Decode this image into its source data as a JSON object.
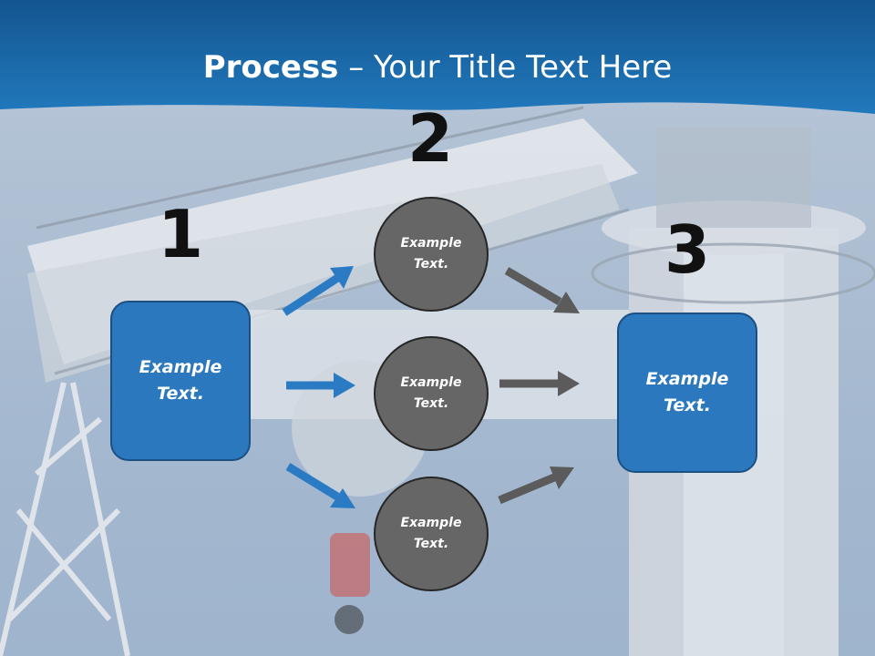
{
  "title": {
    "bold": "Process",
    "rest": " – Your Title Text Here"
  },
  "colors": {
    "header_blue": "#1d6fb3",
    "box_blue": "#2b78be",
    "circle_gray": "#666666",
    "blue_arrow": "#2a7bc4",
    "gray_arrow": "#5b5b5b"
  },
  "steps": [
    {
      "number": "1",
      "text": "Example Text."
    },
    {
      "number": "2"
    },
    {
      "number": "3",
      "text": "Example Text."
    }
  ],
  "circles": [
    {
      "text": "Example Text."
    },
    {
      "text": "Example Text."
    },
    {
      "text": "Example Text."
    }
  ],
  "arrows": [
    {
      "id": "blue-arrow-up",
      "color": "blue_arrow"
    },
    {
      "id": "blue-arrow-middle",
      "color": "blue_arrow"
    },
    {
      "id": "blue-arrow-down",
      "color": "blue_arrow"
    },
    {
      "id": "gray-arrow-down",
      "color": "gray_arrow"
    },
    {
      "id": "gray-arrow-middle",
      "color": "gray_arrow"
    },
    {
      "id": "gray-arrow-up",
      "color": "gray_arrow"
    }
  ]
}
